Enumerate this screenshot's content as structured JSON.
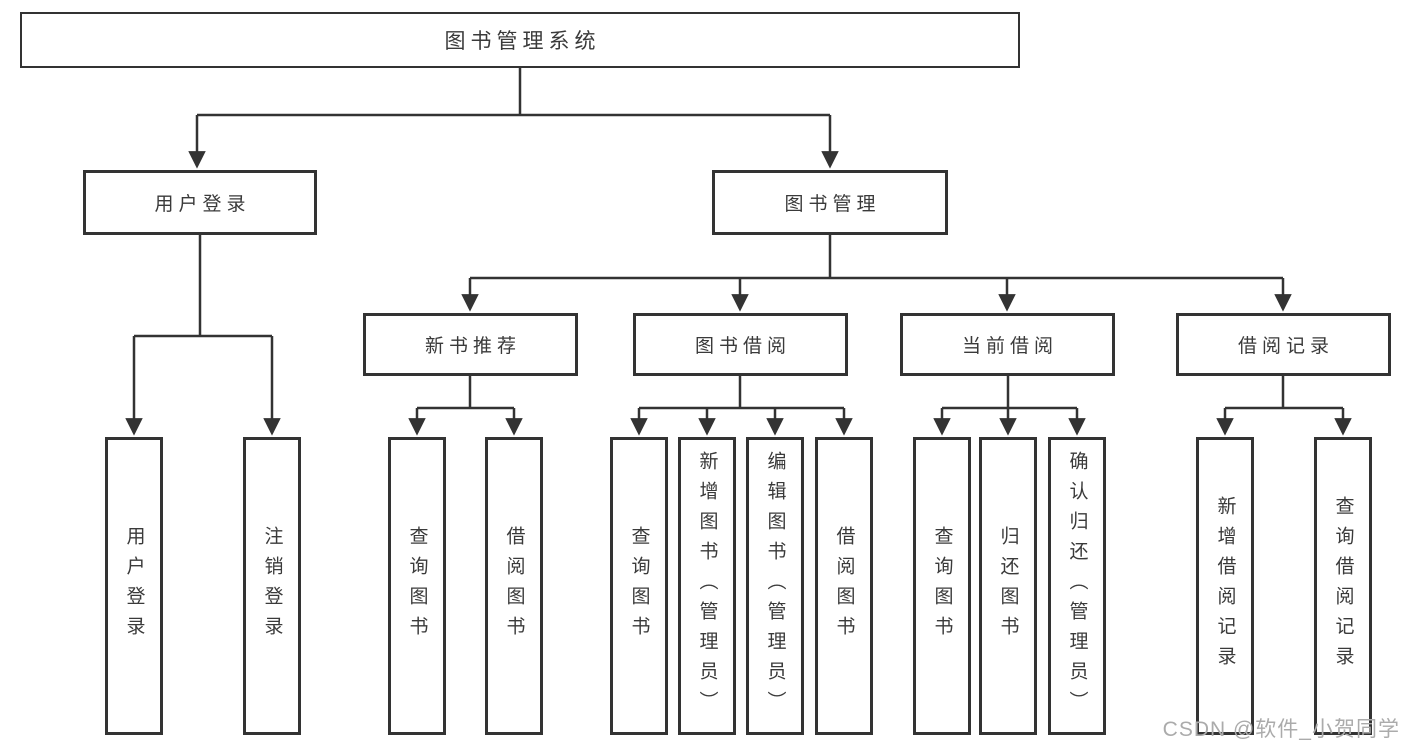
{
  "diagram": {
    "tree": {
      "root": "图书管理系统",
      "branches": [
        {
          "label": "用户登录",
          "children": [
            "用户登录",
            "注销登录"
          ]
        },
        {
          "label": "图书管理",
          "groups": [
            {
              "label": "新书推荐",
              "children": [
                "查询图书",
                "借阅图书"
              ]
            },
            {
              "label": "图书借阅",
              "children": [
                "查询图书",
                "新增图书（管理员）",
                "编辑图书（管理员）",
                "借阅图书"
              ]
            },
            {
              "label": "当前借阅",
              "children": [
                "查询图书",
                "归还图书",
                "确认归还（管理员）"
              ]
            },
            {
              "label": "借阅记录",
              "children": [
                "新增借阅记录",
                "查询借阅记录"
              ]
            }
          ]
        }
      ]
    },
    "colors": {
      "line": "#333333",
      "box_border": "#333333",
      "text": "#3a3a3a",
      "watermark": "#ababab"
    },
    "watermark": "CSDN @软件_小贺同学"
  }
}
